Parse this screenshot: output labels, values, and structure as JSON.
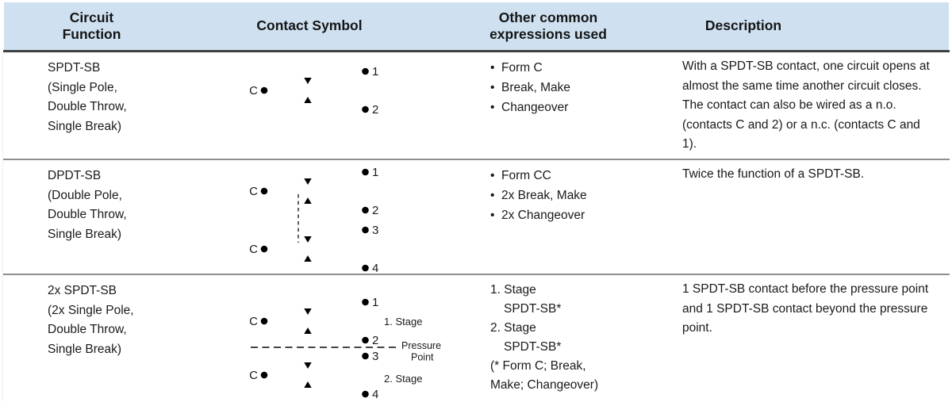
{
  "header": {
    "circuit_function": "Circuit\nFunction",
    "contact_symbol": "Contact Symbol",
    "other_expressions": "Other common\nexpressions used",
    "description": "Description"
  },
  "glyphs": {
    "bullet": "•"
  },
  "rows": [
    {
      "function": "SPDT-SB\n(Single Pole,\nDouble Throw,\nSingle Break)",
      "symbol": {
        "common": "C",
        "terminals": [
          "1",
          "2"
        ]
      },
      "expressions": [
        "Form C",
        "Break, Make",
        "Changeover"
      ],
      "description": "With a SPDT-SB contact, one circuit opens at almost the same time another circuit closes. The contact can also be wired as a n.o. (contacts C and 2) or a n.c. (contacts C and 1)."
    },
    {
      "function": "DPDT-SB\n(Double Pole,\nDouble Throw,\nSingle Break)",
      "symbol": {
        "common1": "C",
        "common2": "C",
        "terminals": [
          "1",
          "2",
          "3",
          "4"
        ]
      },
      "expressions": [
        "Form CC",
        "2x Break, Make",
        "2x Changeover"
      ],
      "description": "Twice the function of a SPDT-SB."
    },
    {
      "function": "2x SPDT-SB\n(2x Single Pole,\nDouble Throw,\nSingle Break)",
      "symbol": {
        "common1": "C",
        "common2": "C",
        "terminals": [
          "1",
          "2",
          "3",
          "4"
        ],
        "stage1": "1. Stage",
        "stage2": "2. Stage",
        "pressure_line1": "Pressure",
        "pressure_line2": "Point"
      },
      "expressions_lines": [
        "1. Stage",
        "SPDT-SB*",
        "2. Stage",
        "SPDT-SB*",
        "(* Form C; Break,",
        "Make; Changeover)"
      ],
      "description": "1 SPDT-SB contact before the pressure point and 1 SPDT-SB contact beyond the pressure point."
    }
  ],
  "colors": {
    "header_bg": "#cfe1f1",
    "header_rule": "#414141",
    "row_rule": "#8e8e8e",
    "text": "#1a1a1a"
  }
}
